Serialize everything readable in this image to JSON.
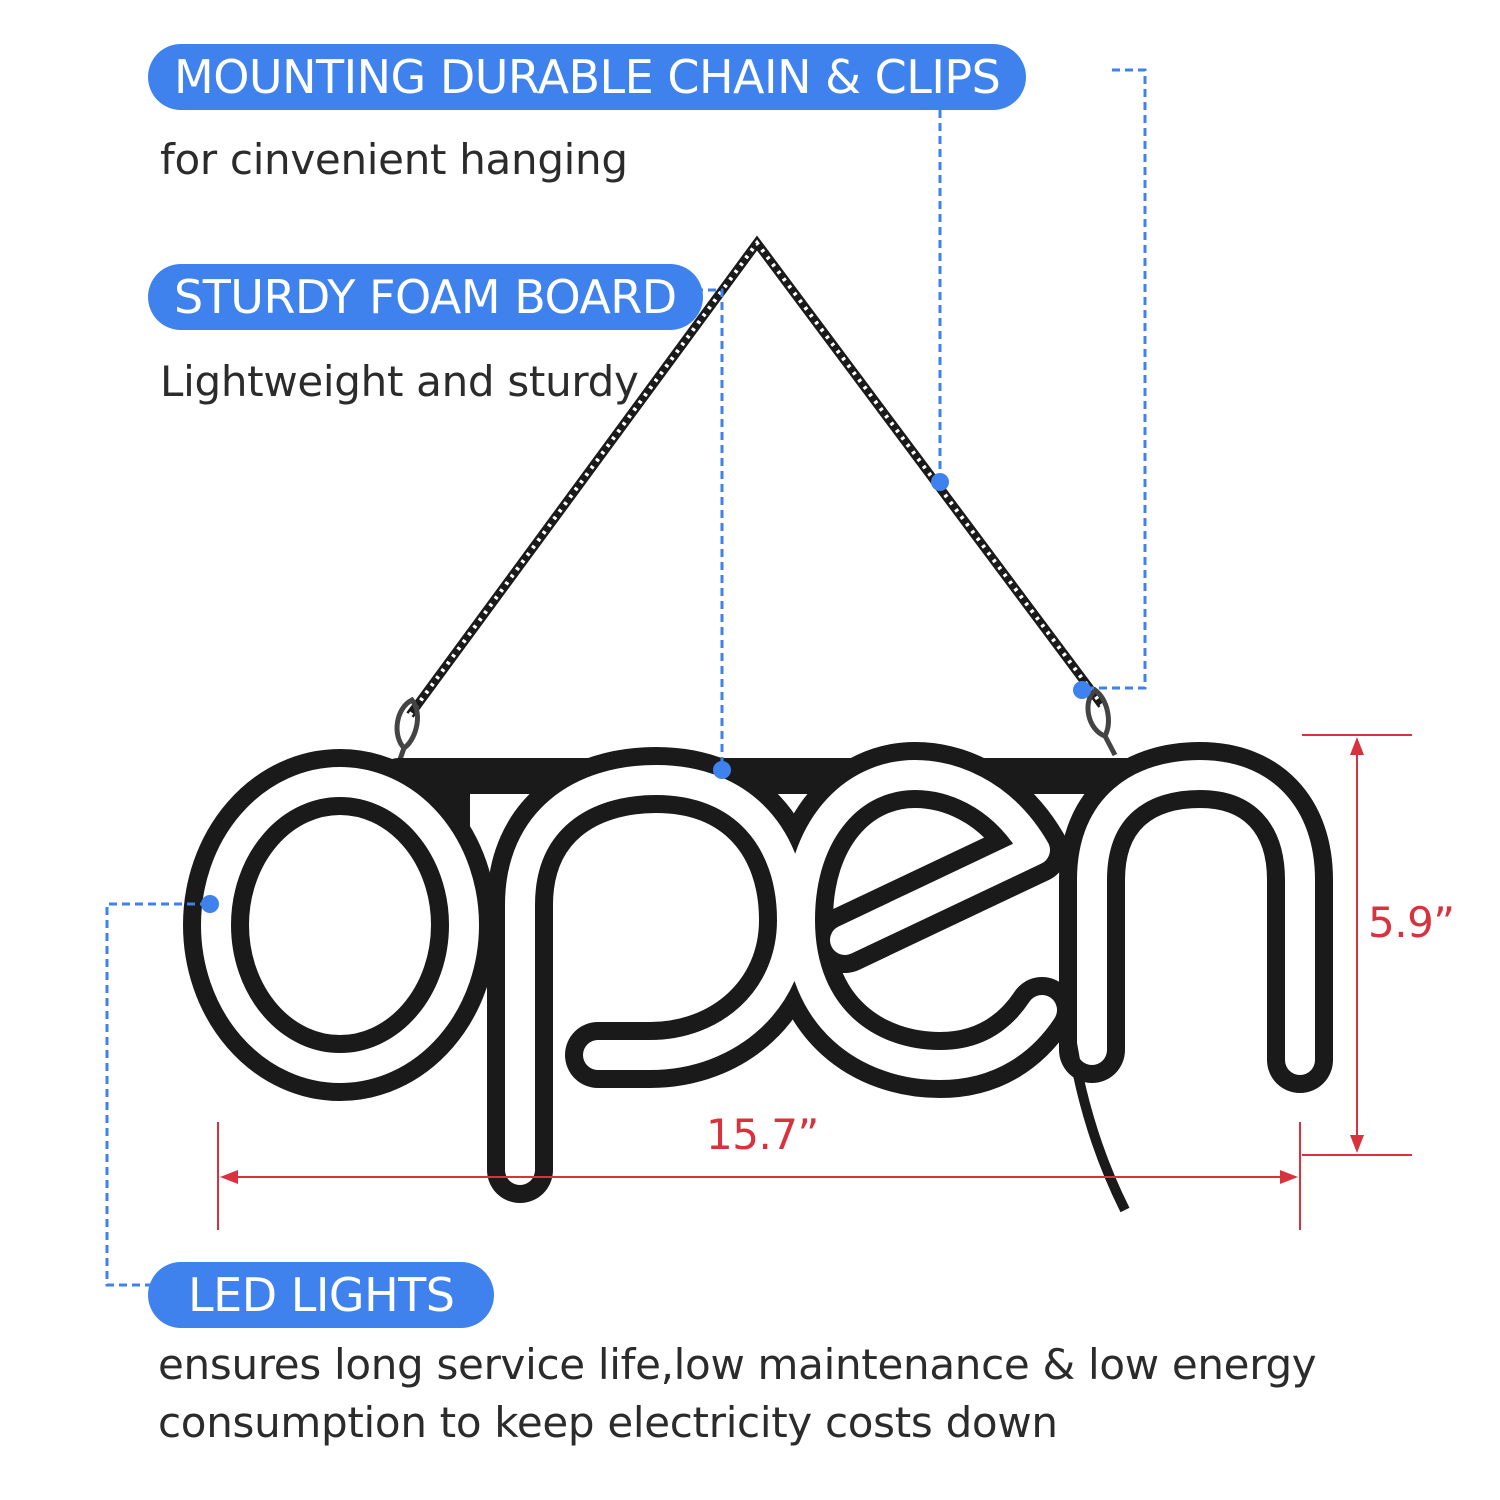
{
  "colors": {
    "accent": "#3f82ee",
    "dimension": "#d9323f",
    "text": "#2b2b2b",
    "frame": "#1a1a1a",
    "tube": "#ffffff"
  },
  "features": [
    {
      "title": "MOUNTING DURABLE CHAIN & CLIPS",
      "description": "for cinvenient hanging"
    },
    {
      "title": "STURDY FOAM BOARD",
      "description": "Lightweight and sturdy"
    },
    {
      "title": "LED LIGHTS",
      "description": "ensures long service life,low maintenance & low energy consumption to keep electricity costs down"
    }
  ],
  "dimensions": {
    "width": "15.7”",
    "height": "5.9”"
  }
}
